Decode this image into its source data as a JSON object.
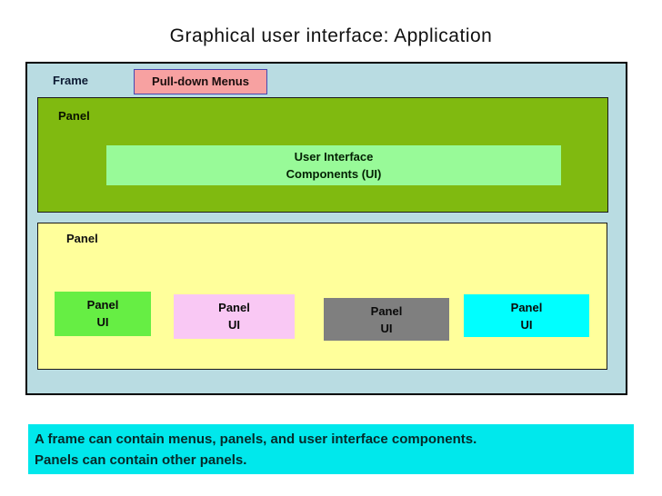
{
  "title": "Graphical user interface: Application",
  "frame": {
    "label": "Frame",
    "pulldown_menus": {
      "label": "Pull-down Menus"
    },
    "top_panel": {
      "label": "Panel",
      "ui_components": {
        "line1": "User Interface",
        "line2": "Components (UI)"
      }
    },
    "bottom_panel": {
      "label": "Panel",
      "ui_boxes": [
        {
          "line1": "Panel",
          "line2": "UI",
          "color": "#66ee44"
        },
        {
          "line1": "Panel",
          "line2": "UI",
          "color": "#f9c8f4"
        },
        {
          "line1": "Panel",
          "line2": "UI",
          "color": "#7f7f7f"
        },
        {
          "line1": "Panel",
          "line2": "UI",
          "color": "#00ffff"
        }
      ]
    }
  },
  "note": {
    "line1": "A frame can contain menus, panels, and user interface components.",
    "line2": "Panels can contain other panels."
  },
  "colors": {
    "frame_bg": "#b9dce2",
    "frame_border": "#000000",
    "pulldown_bg": "#f7a1a1",
    "pulldown_border": "#4747b2",
    "top_panel_bg": "#80ba10",
    "ui_components_bg": "#98fa98",
    "bottom_panel_bg": "#ffff9b",
    "note_bg": "#00e8ec",
    "text": "#000000"
  }
}
